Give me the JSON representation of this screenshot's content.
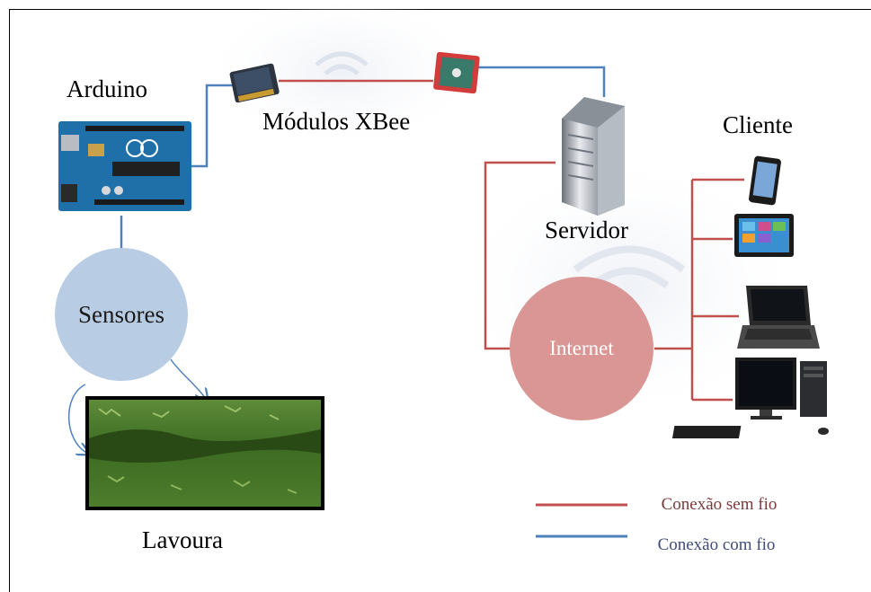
{
  "labels": {
    "arduino": "Arduino",
    "xbee": "Módulos XBee",
    "cliente": "Cliente",
    "servidor": "Servidor",
    "sensores": "Sensores",
    "internet": "Internet",
    "lavoura": "Lavoura"
  },
  "legend": {
    "wireless": "Conexão sem fio",
    "wired": "Conexão com fio"
  },
  "colors": {
    "wireless_line": "#c0504d",
    "wired_line": "#4f81bd",
    "sensores_fill": "#b8cce4",
    "internet_fill": "#d99694"
  },
  "icons": [
    "arduino-board-icon",
    "xbee-module-icon",
    "server-tower-icon",
    "smartphone-icon",
    "tablet-icon",
    "laptop-icon",
    "desktop-computer-icon",
    "field-crop-icon"
  ]
}
